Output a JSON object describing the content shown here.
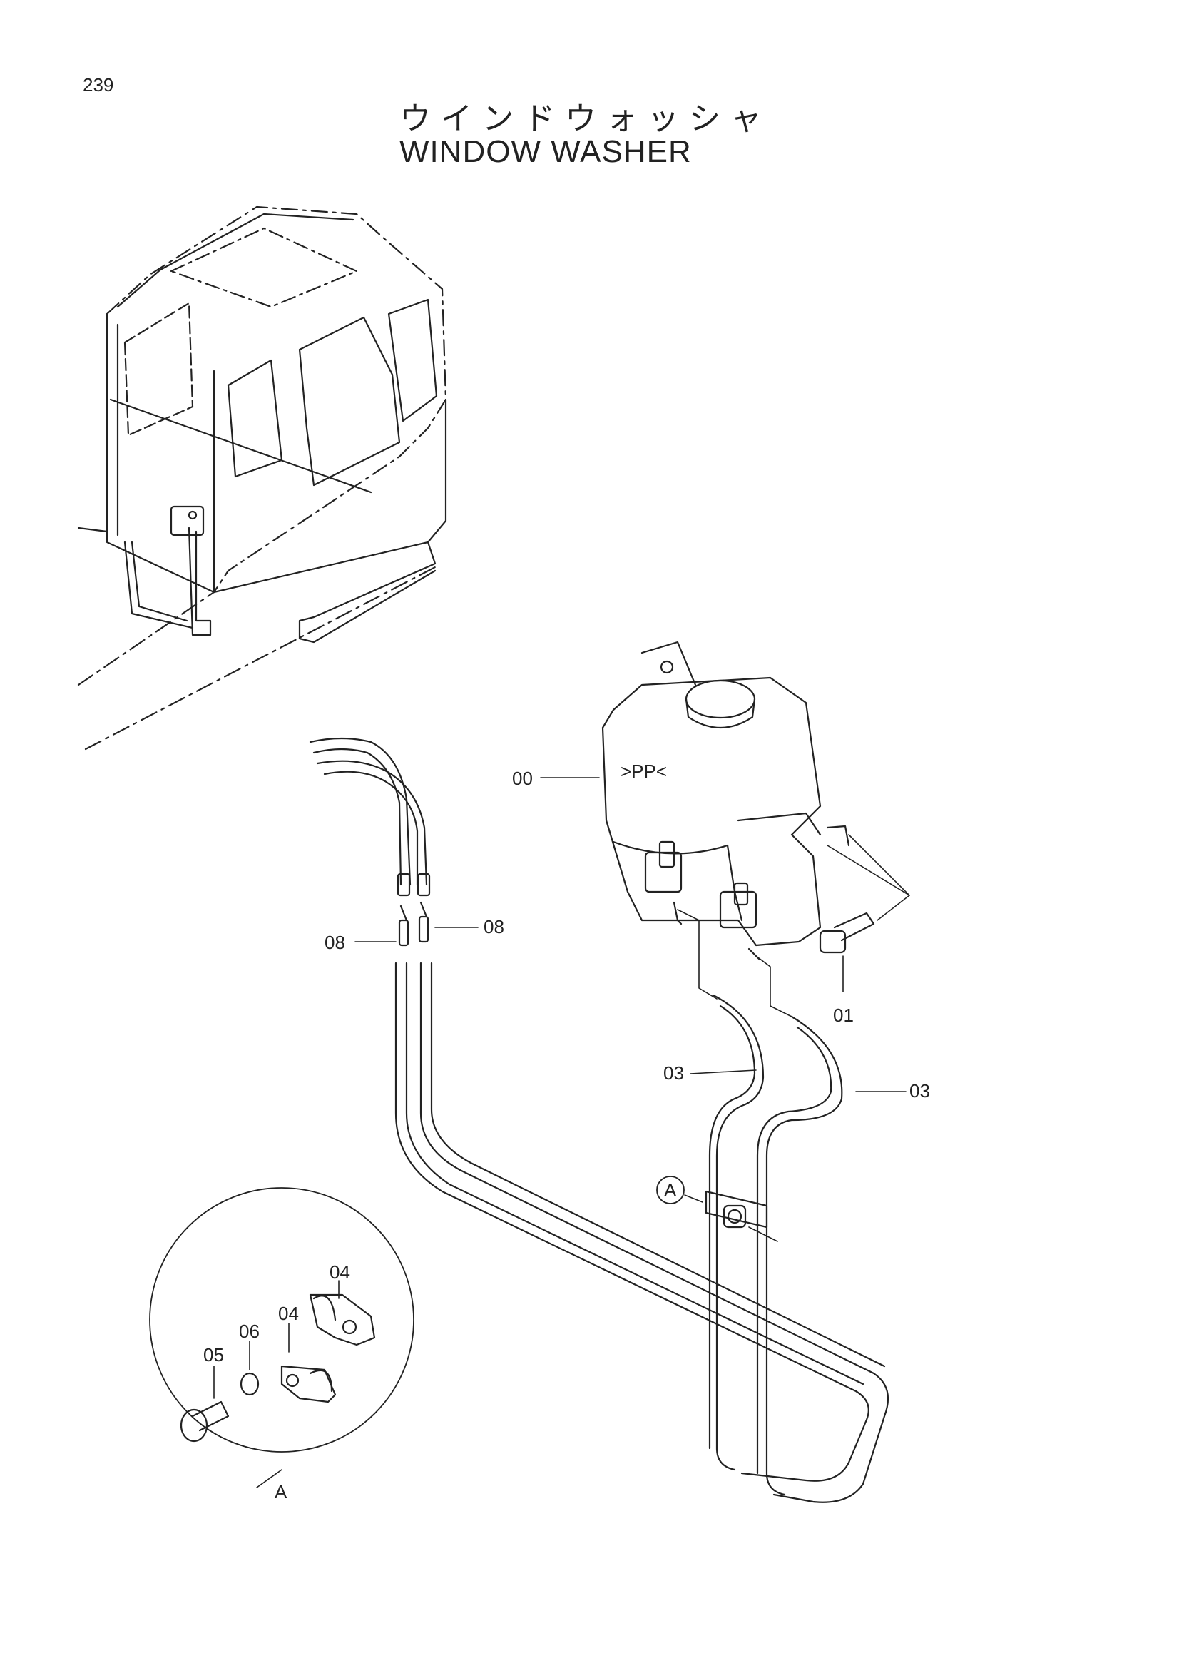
{
  "page_number": "239",
  "title_jp": "ウインドウォッシャ",
  "title_en": "WINDOW  WASHER",
  "tank_marking": ">PP<",
  "labels": {
    "tank": "00",
    "bolt": "01",
    "hose_left": "03",
    "hose_right": "03",
    "clamp_a": "04",
    "clamp_b": "04",
    "bolt_small": "05",
    "washer": "06",
    "joint_left": "08",
    "joint_right": "08",
    "detail_callout": "A",
    "detail_circle": "A"
  },
  "colors": {
    "ink": "#222222",
    "paper": "#ffffff"
  }
}
